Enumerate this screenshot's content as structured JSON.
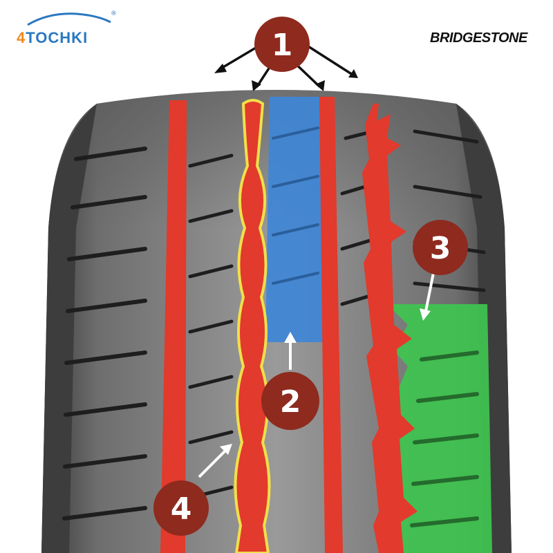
{
  "logos": {
    "left_text": "4TOCHKI",
    "left_mark": "®",
    "right_text": "BRIDGESTONE"
  },
  "callouts": [
    {
      "number": "1"
    },
    {
      "number": "2"
    },
    {
      "number": "3"
    },
    {
      "number": "4"
    }
  ],
  "colors": {
    "callout_fill": "#8e2a1e",
    "groove_red": "#e23a2c",
    "highlight_blue": "#3f86d6",
    "highlight_green": "#3fc44f",
    "outline_yellow": "#f1e04a",
    "tread_gray": "#8d8d8d",
    "logo_orange": "#f08a1c",
    "logo_blue": "#2a78c0"
  }
}
